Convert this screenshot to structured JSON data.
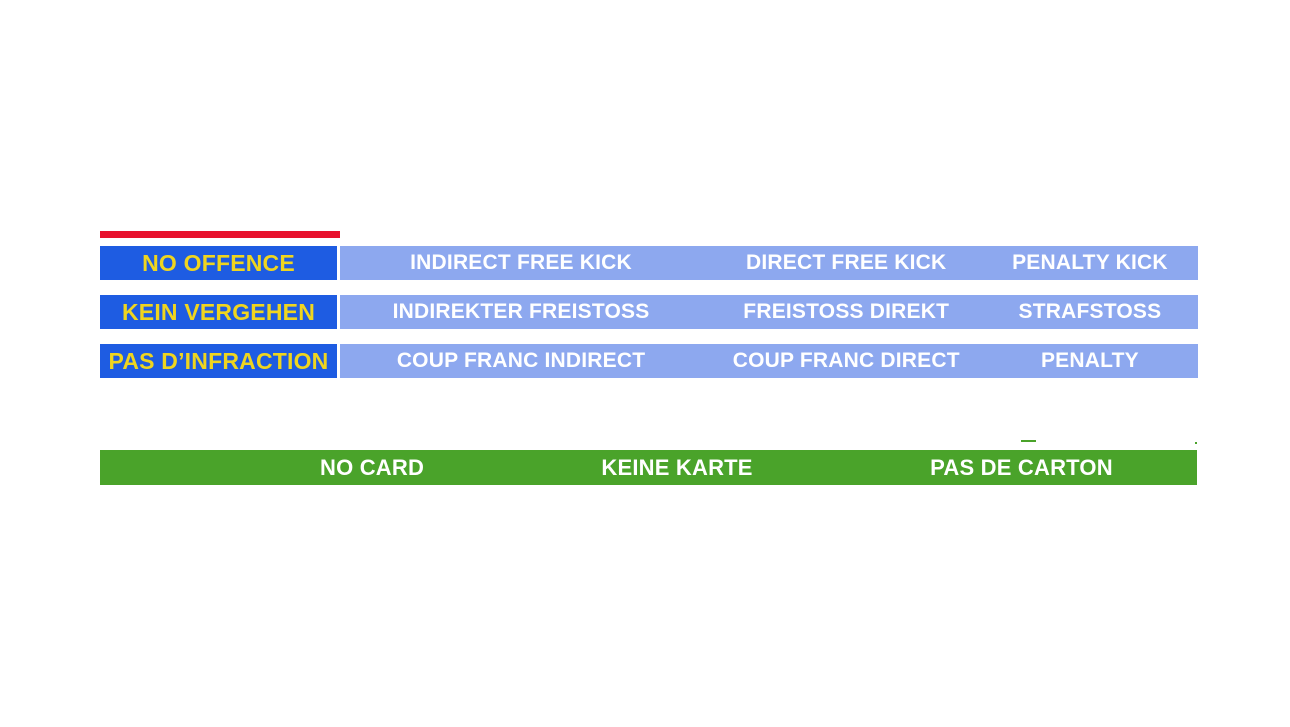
{
  "palette": {
    "accent_red": "#e8112d",
    "offence_blue": "#1e5ce2",
    "offence_text_yellow": "#efd51f",
    "sanction_light_blue": "#8da8ef",
    "sanction_text_white": "#ffffff",
    "card_green": "#4aa32a",
    "card_text_white": "#ffffff",
    "background": "#ffffff"
  },
  "rows": [
    {
      "left": "NO OFFENCE",
      "cells": [
        "INDIRECT FREE KICK",
        "DIRECT FREE KICK",
        "PENALTY KICK"
      ]
    },
    {
      "left": "KEIN VERGEHEN",
      "cells": [
        "INDIREKTER FREISTOSS",
        "FREISTOSS DIREKT",
        "STRAFSTOSS"
      ]
    },
    {
      "left": "PAS D’INFRACTION",
      "cells": [
        "COUP FRANC INDIRECT",
        "COUP FRANC DIRECT",
        "PENALTY"
      ]
    }
  ],
  "card_bar": {
    "labels": [
      "NO CARD",
      "KEINE KARTE",
      "PAS DE CARTON"
    ]
  }
}
